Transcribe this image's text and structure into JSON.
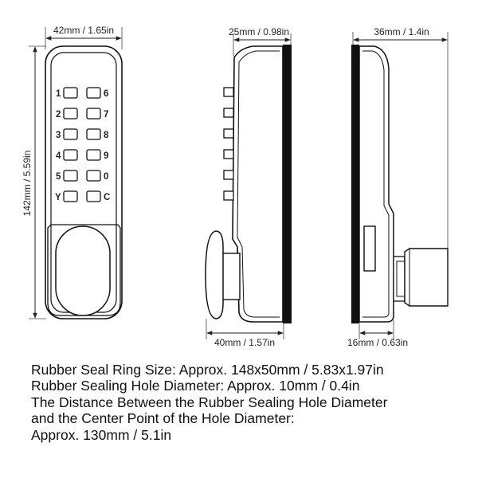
{
  "front_view": {
    "width_label": "42mm / 1.65in",
    "height_label": "142mm / 5.59in",
    "keys": [
      {
        "left": "1",
        "right": "6"
      },
      {
        "left": "2",
        "right": "7"
      },
      {
        "left": "3",
        "right": "8"
      },
      {
        "left": "4",
        "right": "9"
      },
      {
        "left": "5",
        "right": "0"
      },
      {
        "left": "Y",
        "right": "C"
      }
    ]
  },
  "side_view": {
    "top_label": "25mm / 0.98in",
    "bottom_label": "40mm / 1.57in"
  },
  "back_view": {
    "top_label": "36mm / 1.4in",
    "bottom_label": "16mm / 0.63in"
  },
  "notes": [
    "Rubber Seal Ring Size: Approx. 148x50mm / 5.83x1.97in",
    "Rubber Sealing Hole Diameter: Approx. 10mm / 0.4in",
    "The Distance Between the Rubber Sealing Hole Diameter",
    "and the Center Point of the Hole Diameter:",
    "Approx. 130mm / 5.1in"
  ]
}
